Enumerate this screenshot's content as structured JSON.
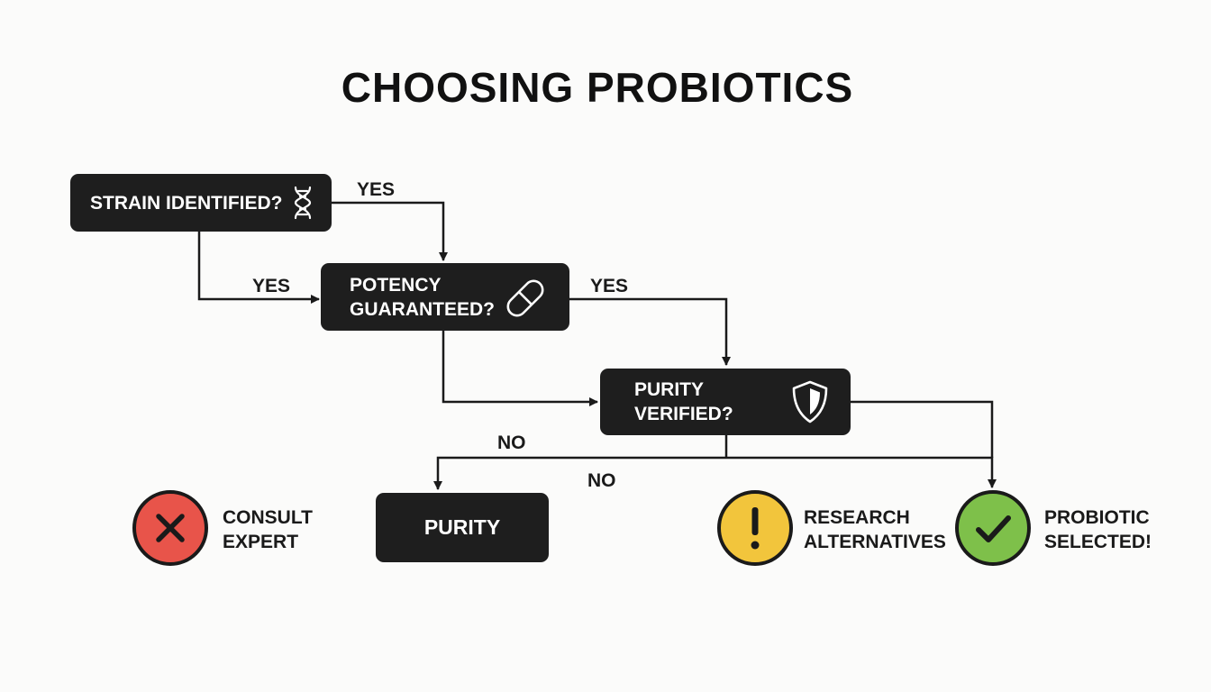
{
  "title": "CHOOSING PROBIOTICS",
  "nodes": {
    "strain": {
      "label": "STRAIN IDENTIFIED?",
      "icon": "dna-icon"
    },
    "potency": {
      "line1": "POTENCY",
      "line2": "GUARANTEED?",
      "icon": "capsule-icon"
    },
    "purity_check": {
      "line1": "PURITY",
      "line2": "VERIFIED?",
      "icon": "shield-icon"
    },
    "purity": {
      "label": "PURITY"
    }
  },
  "edges": {
    "strain_yes_right": "YES",
    "strain_yes_down": "YES",
    "potency_yes": "YES",
    "purity_no_1": "NO",
    "purity_no_2": "NO"
  },
  "outcomes": {
    "consult": {
      "line1": "CONSULT",
      "line2": "EXPERT",
      "icon": "x-icon",
      "color": "#e8544a"
    },
    "research": {
      "line1": "RESEARCH",
      "line2": "ALTERNATIVES",
      "icon": "exclamation-icon",
      "color": "#f2c53c"
    },
    "selected": {
      "line1": "PROBIOTIC",
      "line2": "SELECTED!",
      "icon": "checkmark-icon",
      "color": "#7ec04a"
    }
  }
}
